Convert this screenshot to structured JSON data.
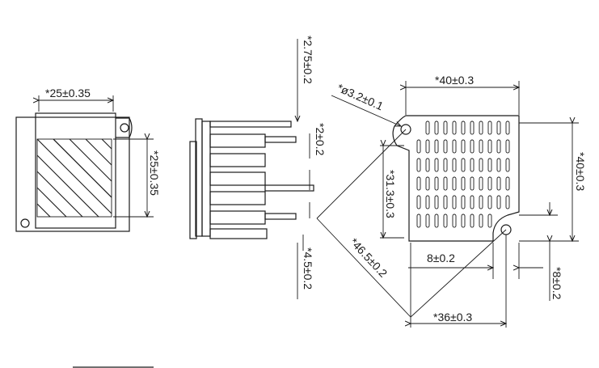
{
  "front_view": {
    "width_label": "*25±0.35",
    "height_label": "*25±0.35"
  },
  "side_view": {
    "offset_label": "*2.75±0.2",
    "pin_pitch_label": "*2±0.2",
    "pin_length_label": "*4.5±0.2"
  },
  "top_view": {
    "hole_label": "*ø3.2±0.1",
    "width_label": "*40±0.3",
    "height_label": "*40±0.3",
    "inner_height_label": "*31.3±0.3",
    "diagonal_label": "*46.5±0.2",
    "notch_width_label": "8±0.2",
    "notch_height_label": "*8±0.2",
    "hole_spacing_label": "*36±0.3"
  }
}
